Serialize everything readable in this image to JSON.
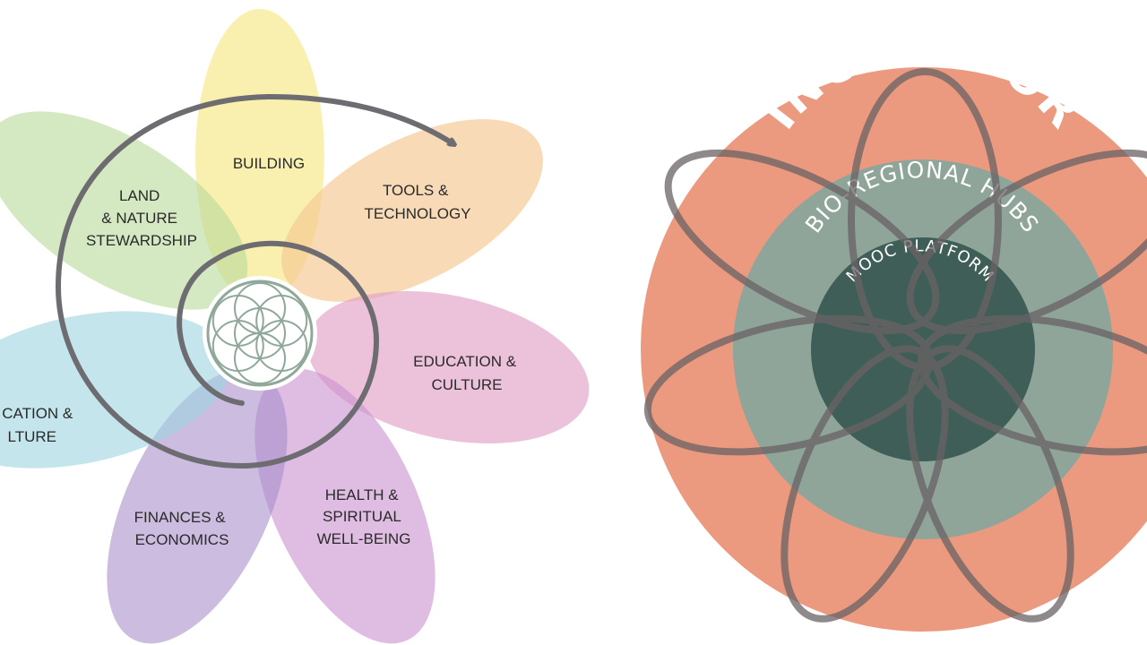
{
  "flower": {
    "petals": [
      {
        "id": "building",
        "lines": [
          "BUILDING"
        ],
        "color": "#f7e98f"
      },
      {
        "id": "tools",
        "lines": [
          "TOOLS &",
          "TECHNOLOGY"
        ],
        "color": "#f4c88f"
      },
      {
        "id": "education-right",
        "lines": [
          "EDUCATION &",
          "CULTURE"
        ],
        "color": "#e2a2c6"
      },
      {
        "id": "health",
        "lines": [
          "HEALTH &",
          "SPIRITUAL",
          "WELL-BEING"
        ],
        "color": "#c98fcf"
      },
      {
        "id": "finances",
        "lines": [
          "FINANCES &",
          "ECONOMICS"
        ],
        "color": "#a98fcb"
      },
      {
        "id": "education-left",
        "lines": [
          "CATION &",
          "LTURE"
        ],
        "color": "#9fd4df"
      },
      {
        "id": "land",
        "lines": [
          "LAND",
          "& NATURE",
          "STEWARDSHIP"
        ],
        "color": "#b7d89a"
      }
    ],
    "spiral_color": "#6d6c70",
    "center_color": "#8fa89a"
  },
  "circles": {
    "outer_label": "INCUBATOR",
    "middle_label": "BIO-REGIONAL HUBS",
    "inner_label": "MOOC PLATFORM",
    "outer_color": "#eb9a80",
    "middle_color": "#8fa599",
    "inner_color": "#3f5e58",
    "orbit_color": "#6a6265"
  }
}
